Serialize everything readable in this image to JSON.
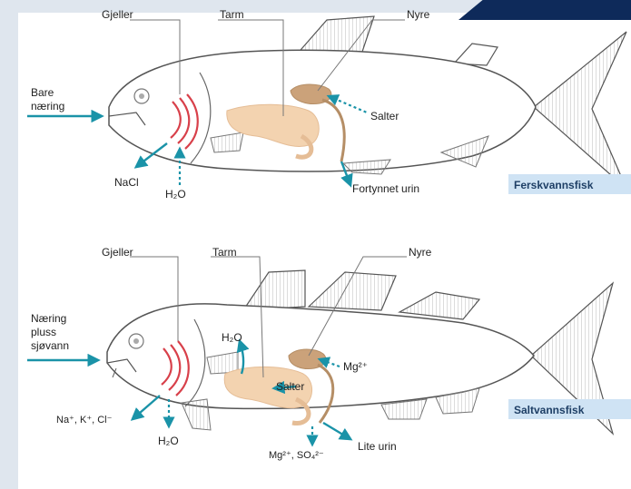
{
  "top_fish": {
    "labels": {
      "gills": "Gjeller",
      "gut": "Tarm",
      "kidney": "Nyre",
      "intake_line1": "Bare",
      "intake_line2": "næring",
      "salts": "Salter",
      "nacl": "NaCl",
      "water": "H₂O",
      "urine": "Fortynnet urin"
    },
    "badge": "Ferskvannsfisk"
  },
  "bottom_fish": {
    "labels": {
      "gills": "Gjeller",
      "gut": "Tarm",
      "kidney": "Nyre",
      "intake_line1": "Næring",
      "intake_line2": "pluss",
      "intake_line3": "sjøvann",
      "water_up": "H₂O",
      "mg": "Mg²⁺",
      "salts": "Salter",
      "ions": "Na⁺, K⁺, Cl⁻",
      "water_down": "H₂O",
      "mg_so4": "Mg²⁺, SO₄²⁻",
      "urine": "Lite urin"
    },
    "badge": "Saltvannsfisk"
  },
  "colors": {
    "arrow": "#1a93a8",
    "gill": "#d8404a",
    "organ": "#f3d3b0",
    "kidney": "#cba27a",
    "badge_bg": "#cfe3f4",
    "badge_text": "#1e3f66",
    "border": "#dfe6ee",
    "corner": "#0e2a5a"
  }
}
